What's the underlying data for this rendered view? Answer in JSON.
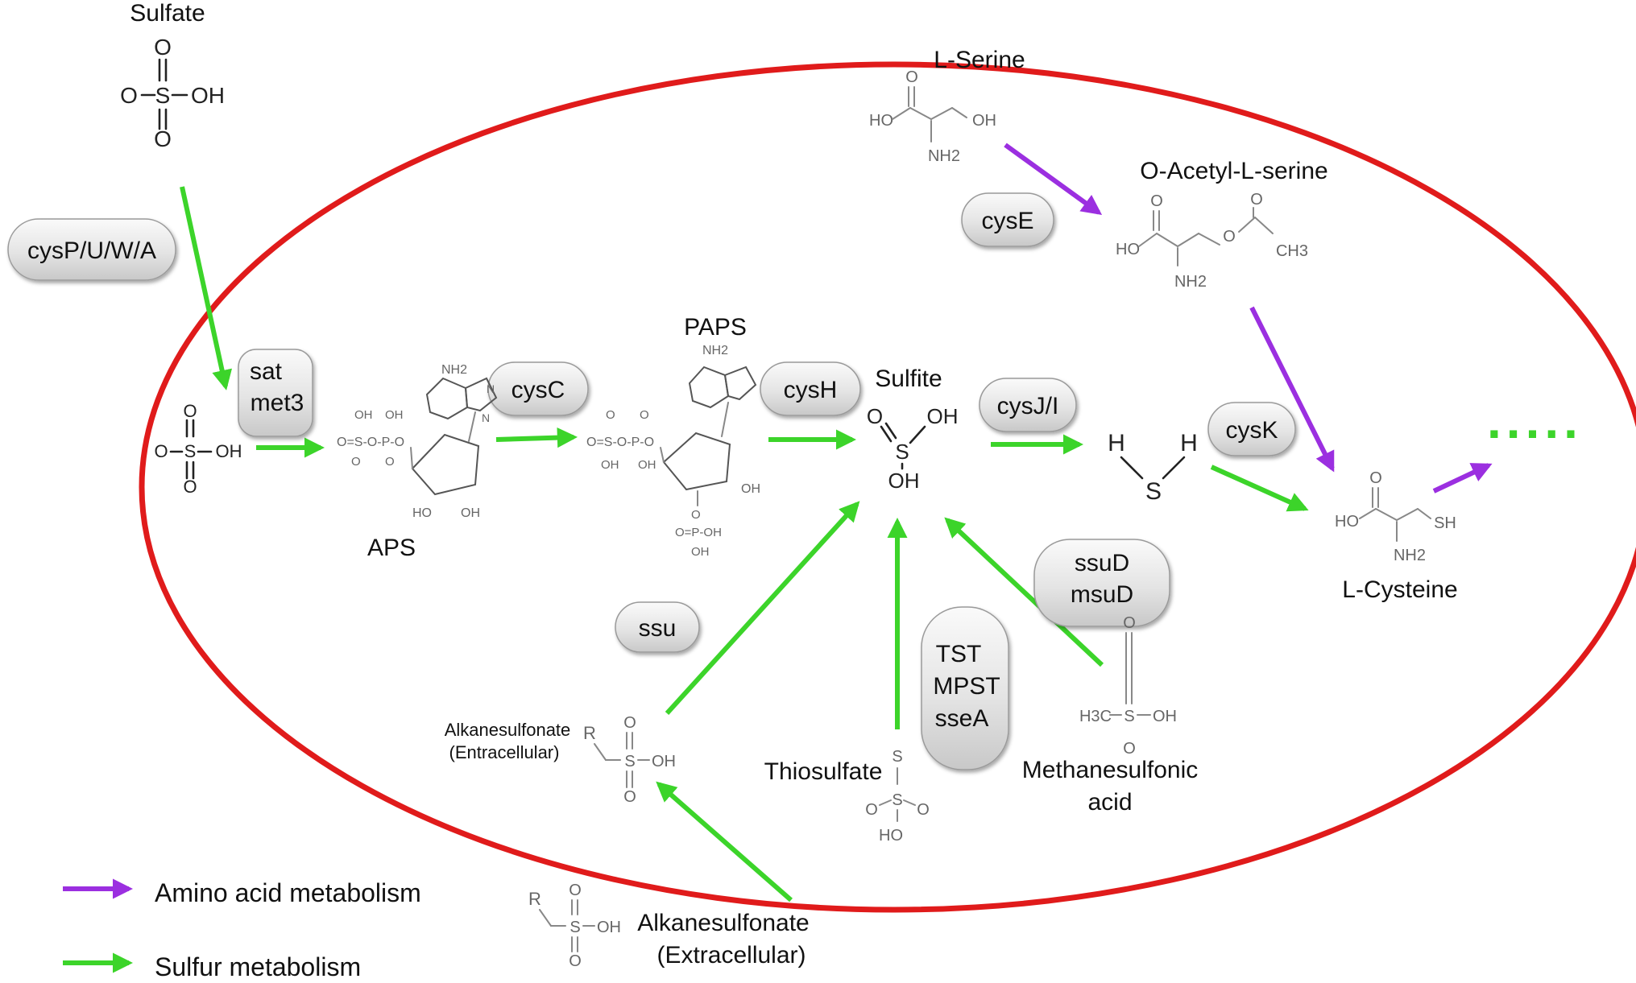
{
  "colors": {
    "cell_outline": "#e01b1b",
    "sulfur_arrow": "#3cd42a",
    "amino_arrow": "#9b2fe0",
    "enzyme_fill": "#e6e6e6"
  },
  "compounds": {
    "sulfate": "Sulfate",
    "aps": "APS",
    "paps": "PAPS",
    "sulfite": "Sulfite",
    "l_serine": "L-Serine",
    "o_acetyl_l_serine": "O-Acetyl-L-serine",
    "l_cysteine": "L-Cysteine",
    "thiosulfate": "Thiosulfate",
    "methanesulfonic_line1": "Methanesulfonic",
    "methanesulfonic_line2": "acid",
    "alkanesulfonate_intra_line1": "Alkanesulfonate",
    "alkanesulfonate_intra_line2": "(Entracellular)",
    "alkanesulfonate_extra_line1": "Alkanesulfonate",
    "alkanesulfonate_extra_line2": "(Extracellular)"
  },
  "enzymes": {
    "cysPUWA": "cysP/U/W/A",
    "sat": "sat",
    "met3": "met3",
    "cysC": "cysC",
    "cysH": "cysH",
    "cysJI": "cysJ/I",
    "cysK": "cysK",
    "cysE": "cysE",
    "ssuD": "ssuD",
    "msuD": "msuD",
    "ssu": "ssu",
    "tst": "TST",
    "mpst": "MPST",
    "ssea": "sseA"
  },
  "continuation": ".....",
  "legend": {
    "amino": "Amino acid metabolism",
    "sulfur": "Sulfur metabolism"
  }
}
